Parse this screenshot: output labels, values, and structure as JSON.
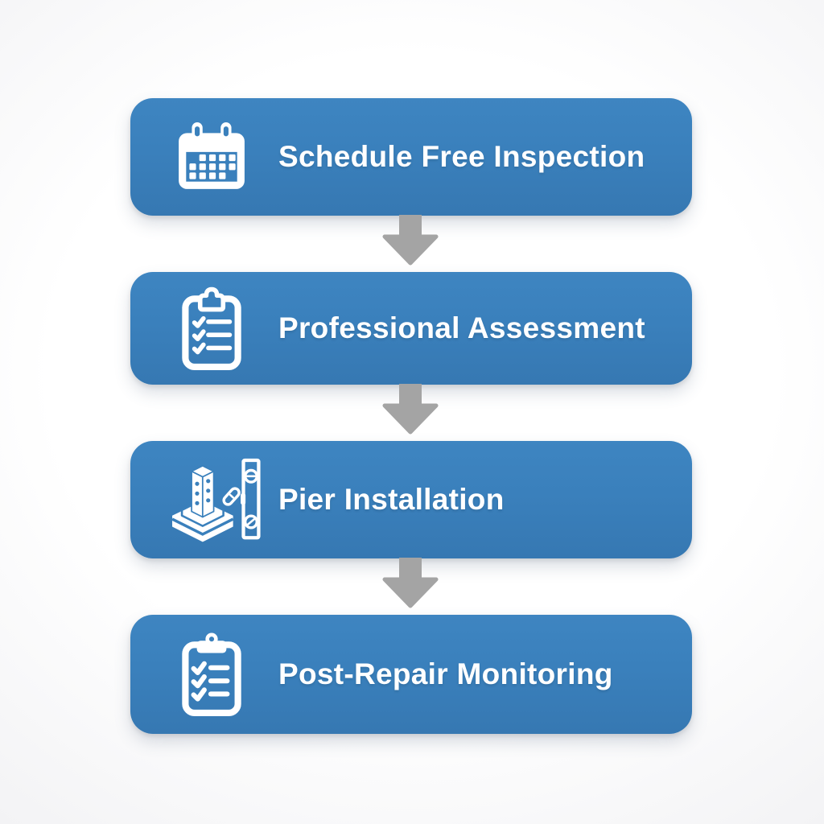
{
  "diagram": {
    "title": "foundation-repair-process-flow",
    "type": "vertical-process-flowchart",
    "steps": [
      {
        "label": "Schedule Free Inspection",
        "icon": "calendar-icon"
      },
      {
        "label": "Professional Assessment",
        "icon": "clipboard-checklist-icon"
      },
      {
        "label": "Pier Installation",
        "icon": "pier-and-level-icon"
      },
      {
        "label": "Post-Repair Monitoring",
        "icon": "clipboard-monitoring-icon"
      }
    ],
    "connectors": {
      "count": 3,
      "shape": "down-arrow"
    }
  },
  "colors": {
    "box_blue": "#3a80bc",
    "box_blue_light": "#3e85c1",
    "box_blue_dark": "#3678b2",
    "arrow_gray": "#a4a4a4",
    "icon_and_text": "#ffffff",
    "background": "#fbfbfd"
  }
}
